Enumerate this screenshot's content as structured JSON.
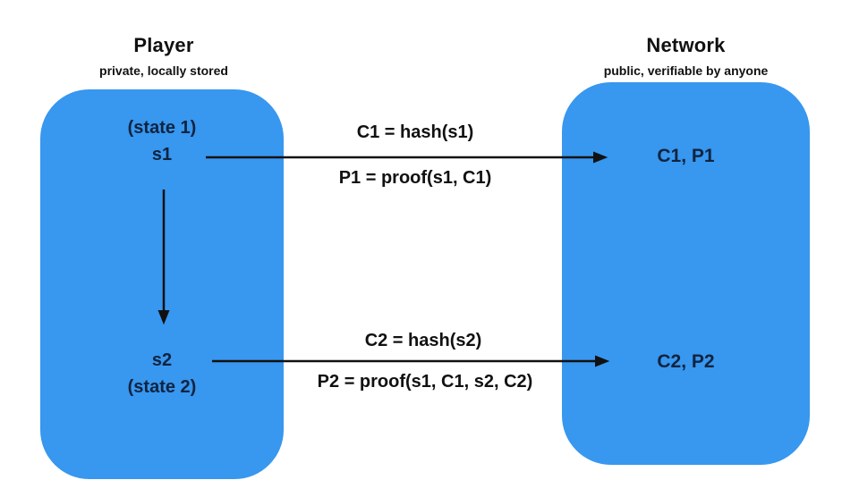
{
  "colors": {
    "box_fill": "#3897ef",
    "box_text": "#0f2440",
    "label_text": "#111111",
    "background": "#ffffff"
  },
  "player": {
    "title": "Player",
    "subtitle": "private, locally stored",
    "state1_caption": "(state 1)",
    "state1_value": "s1",
    "state2_value": "s2",
    "state2_caption": "(state 2)"
  },
  "network": {
    "title": "Network",
    "subtitle": "public, verifiable by anyone",
    "record1": "C1, P1",
    "record2": "C2, P2"
  },
  "transitions": [
    {
      "commitment": "C1 = hash(s1)",
      "proof": "P1 = proof(s1, C1)"
    },
    {
      "commitment": "C2 = hash(s2)",
      "proof": "P2 = proof(s1, C1, s2, C2)"
    }
  ]
}
